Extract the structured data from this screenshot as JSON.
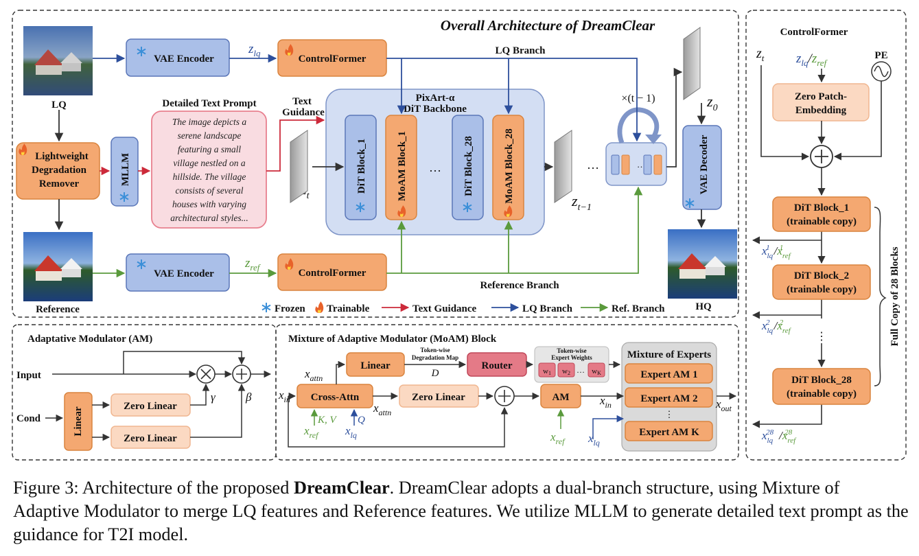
{
  "top": {
    "title": "Overall Architecture of DreamClear",
    "lq": "LQ",
    "reference": "Reference",
    "hq": "HQ",
    "lightweight": [
      "Lightweight",
      "Degradation",
      "Remover"
    ],
    "mllm": "MLLM",
    "prompt_title": "Detailed Text Prompt",
    "prompt_lines": [
      "The image depicts a",
      "serene landscape",
      "featuring a small",
      "village nestled on a",
      "hillside. The village",
      "consists of several",
      "houses with varying",
      "architectural styles..."
    ],
    "text_guidance": [
      "Text",
      "Guidance"
    ],
    "vae_encoder": "VAE Encoder",
    "controlformer": "ControlFormer",
    "lq_branch": "LQ Branch",
    "reference_branch": "Reference Branch",
    "pixart": [
      "PixArt-α",
      "DiT Backbone"
    ],
    "dit_block_1": "DiT Block_1",
    "moam_block_1": "MoAM Block_1",
    "dit_block_28": "DiT Block_28",
    "moam_block_28": "MoAM Block_28",
    "ellipsis": "…",
    "repeat": "×(t − 1)",
    "vae_decoder": "VAE Decoder",
    "z_t": "z",
    "z_t_sub": "t",
    "z_t1": "z",
    "z_t1_sub": "t−1",
    "z_0": "z",
    "z_0_sub": "0",
    "z_lq": "z",
    "z_lq_sub": "lq",
    "z_ref": "z",
    "z_ref_sub": "ref",
    "legend": {
      "frozen": "Frozen",
      "trainable": "Trainable",
      "text": "Text Guidance",
      "lq": "LQ Branch",
      "ref": "Ref. Branch"
    }
  },
  "controlformer_panel": {
    "title": "ControlFormer",
    "pe": "PE",
    "zero_patch": [
      "Zero Patch-",
      "Embedding"
    ],
    "blocks": [
      {
        "name": "DiT Block_1",
        "sub": "(trainable copy)",
        "out": "1"
      },
      {
        "name": "DiT Block_2",
        "sub": "(trainable copy)",
        "out": "2"
      },
      {
        "name": "DiT Block_28",
        "sub": "(trainable copy)",
        "out": "28"
      }
    ],
    "full_copy": "Full Copy of 28 Blocks"
  },
  "am_panel": {
    "title": "Adaptative Modulator (AM)",
    "input": "Input",
    "cond": "Cond",
    "linear": "Linear",
    "zero_linear": "Zero Linear",
    "gamma": "γ",
    "beta": "β"
  },
  "moam_panel": {
    "title": "Mixture of Adaptive Modulator (MoAM) Block",
    "linear": "Linear",
    "map_label": [
      "Token-wise",
      "Degradation Map"
    ],
    "d": "D",
    "router": "Router",
    "weights_label": [
      "Token-wise",
      "Expert Weights"
    ],
    "moe_title": "Mixture of Experts",
    "experts": [
      "Expert AM 1",
      "Expert AM 2",
      "Expert AM K"
    ],
    "cross_attn": "Cross-Attn",
    "zero_linear": "Zero Linear",
    "am": "AM",
    "kv": "K, V",
    "q": "Q"
  },
  "caption": {
    "prefix": "Figure 3: Architecture of the proposed ",
    "bold": "DreamClear",
    "rest": ". DreamClear adopts a dual-branch structure, using Mixture of Adaptive Modulator to merge LQ features and Reference features.  We utilize MLLM to generate detailed text prompt as the guidance for T2I model."
  },
  "colors": {
    "orange": "#f4a871",
    "orange_stroke": "#d9843f",
    "blue": "#aabfe8",
    "blue_stroke": "#5a76b8",
    "light_orange": "#fbd9c2",
    "pink": "#f9dce1",
    "red": "#cc2a3a",
    "lq_blue": "#2d4f9c",
    "ref_green": "#5a9a3c",
    "snow": "#3b8fd8"
  }
}
